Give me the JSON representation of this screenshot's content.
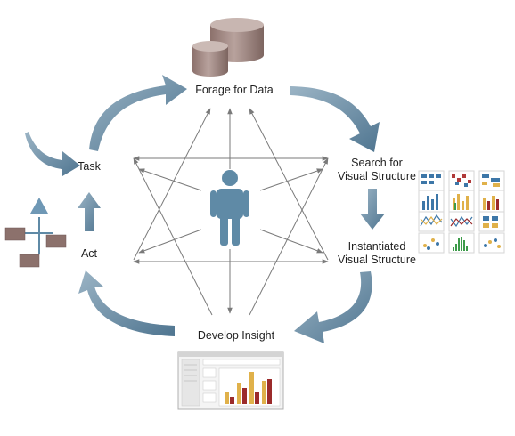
{
  "nodes": {
    "forage": {
      "label": "Forage for Data"
    },
    "search": {
      "line1": "Search for",
      "line2": "Visual Structure"
    },
    "instantiated": {
      "line1": "Instantiated",
      "line2": "Visual Structure"
    },
    "insight": {
      "label": "Develop Insight"
    },
    "task": {
      "label": "Task"
    },
    "act": {
      "label": "Act"
    }
  },
  "icons": {
    "forage": "database-icon",
    "center": "person-icon",
    "search": "chart-thumbnails-icon",
    "insight": "dashboard-icon",
    "act": "network-diagram-icon"
  },
  "colors": {
    "cycle_arrow": "#6e91a8",
    "cycle_arrow_dark": "#4d7088",
    "person": "#5f8aa6",
    "database": "#a08883",
    "thin_arrow": "#7a7a7a",
    "chart_gold": "#e0b14a",
    "chart_red": "#9b2b2b"
  }
}
